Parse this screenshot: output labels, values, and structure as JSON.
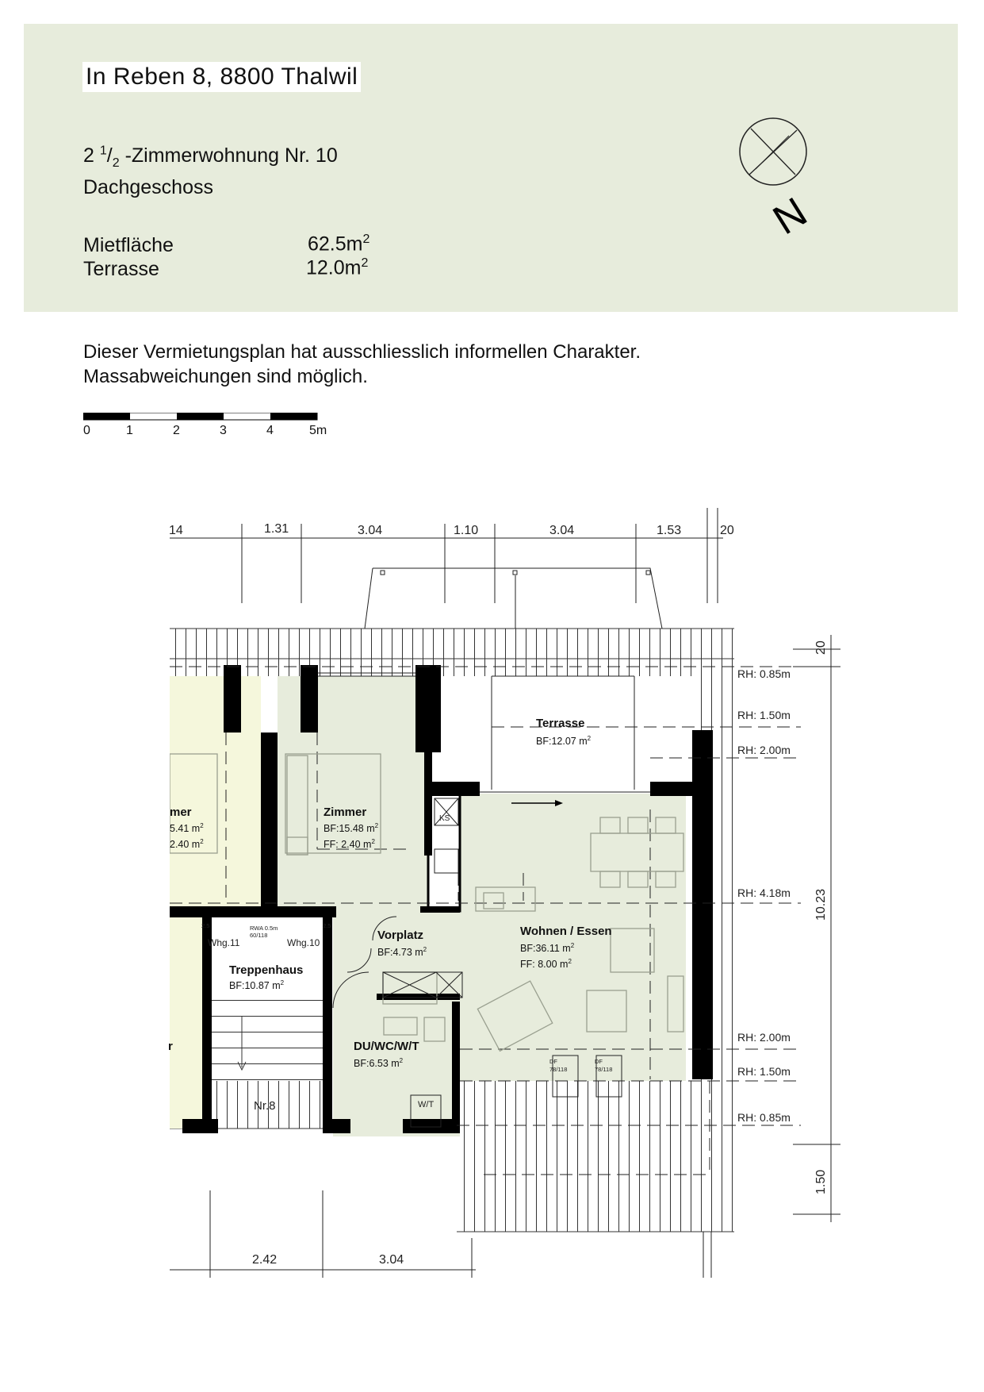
{
  "header": {
    "address": "In Reben 8, 8800 Thalwil",
    "unit_prefix": "2",
    "unit_frac_num": "1",
    "unit_frac_den": "2",
    "unit_suffix": "-Zimmerwohnung Nr. 10",
    "floor": "Dachgeschoss",
    "areas": [
      {
        "label": "Mietfläche",
        "value": "62.5m",
        "sup": "2"
      },
      {
        "label": "Terrasse",
        "value": "12.0m",
        "sup": "2"
      }
    ],
    "north": "N"
  },
  "disclaimer": {
    "line1": "Dieser Vermietungsplan hat ausschliesslich informellen Charakter.",
    "line2": "Massabweichungen sind möglich."
  },
  "scale_bar": {
    "labels": [
      "0",
      "1",
      "2",
      "3",
      "4",
      "5m"
    ]
  },
  "plan": {
    "dims_top": [
      "14",
      "1.31",
      "3.04",
      "1.10",
      "3.04",
      "1.53",
      "20"
    ],
    "dims_bottom": [
      "2.42",
      "3.04"
    ],
    "dims_right": [
      "20",
      "10.23",
      "1.50"
    ],
    "rh_labels": [
      "RH: 0.85m",
      "RH: 1.50m",
      "RH: 2.00m",
      "RH: 4.18m",
      "RH: 2.00m",
      "RH: 1.50m",
      "RH: 0.85m"
    ],
    "rooms": {
      "terrasse": {
        "name": "Terrasse",
        "bf": "BF:12.07 m",
        "sup": "2"
      },
      "zimmer": {
        "name": "Zimmer",
        "bf": "BF:15.48 m",
        "ff": "FF:  2.40 m",
        "sup": "2"
      },
      "neighbor_zimmer": {
        "name": "mer",
        "bf": "5.41 m",
        "ff": "2.40 m",
        "sup": "2"
      },
      "vorplatz": {
        "name": "Vorplatz",
        "bf": "BF:4.73 m",
        "sup": "2"
      },
      "wohnen": {
        "name": "Wohnen / Essen",
        "bf": "BF:36.11 m",
        "ff": "FF:  8.00 m",
        "sup": "2"
      },
      "treppenhaus": {
        "name": "Treppenhaus",
        "bf": "BF:10.87 m",
        "sup": "2"
      },
      "dusche": {
        "name": "DU/WC/W/T",
        "bf": "BF:6.53 m",
        "sup": "2"
      },
      "neighbor_r": {
        "name": "r"
      }
    },
    "small_labels": {
      "ks": "KS",
      "wt": "W/T",
      "whg11": "Whg.11",
      "whg10": "Whg.10",
      "rwa1": "RWA 0.5m",
      "rwa2": "60/118",
      "df1a": "DF",
      "df1b": "78/118",
      "df2a": "DF",
      "df2b": "78/118",
      "n25a": "2.5",
      "n25b": "2.5",
      "nr8": "Nr.8"
    }
  }
}
